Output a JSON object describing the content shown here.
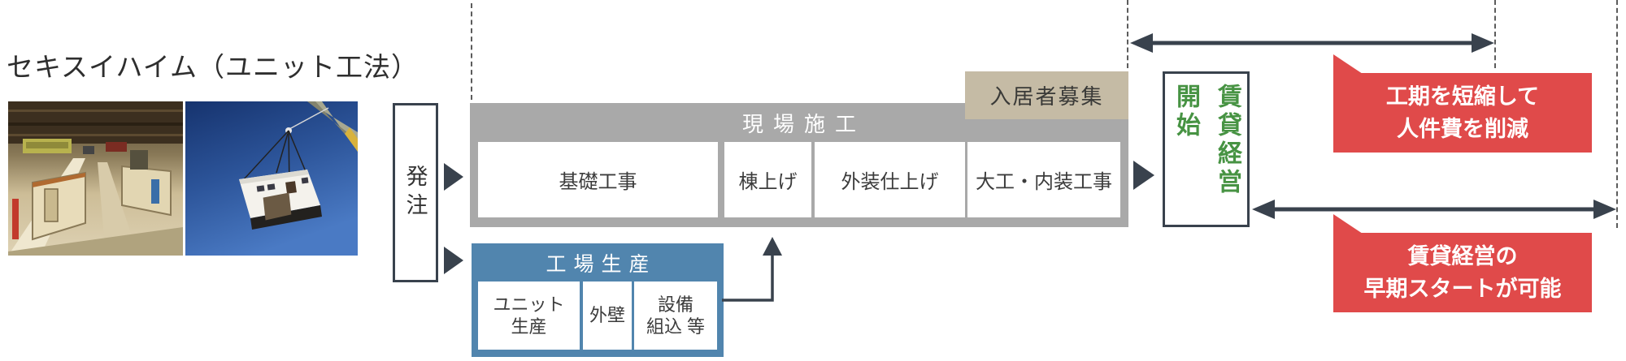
{
  "page": {
    "title": "セキスイハイム（ユニット工法）"
  },
  "order_box": {
    "label": "発注"
  },
  "site_construction": {
    "title": "現場施工",
    "steps": [
      "基礎工事",
      "棟上げ",
      "外装仕上げ",
      "大工・内装工事"
    ]
  },
  "tenant_recruitment": {
    "label": "入居者募集"
  },
  "factory_production": {
    "title": "工場生産",
    "steps": [
      "ユニット\n生産",
      "外壁",
      "設備\n組込 等"
    ]
  },
  "rental_management": {
    "main": "賃貸経営",
    "sub": "開始"
  },
  "callouts": {
    "first": "工期を短縮して\n人件費を削減",
    "second": "賃貸経営の\n早期スタートが可能"
  },
  "photos": {
    "factory_alt": "工場内の生産ライン写真",
    "crane_alt": "クレーンで吊り上げられるユニットの写真"
  },
  "colors": {
    "accent_red": "#e04a4a",
    "accent_blue": "#5185ae",
    "accent_green": "#479343",
    "bar_gray": "#a9a9a9",
    "tag_beige": "#c5bba5",
    "line_dark": "#39424d"
  }
}
